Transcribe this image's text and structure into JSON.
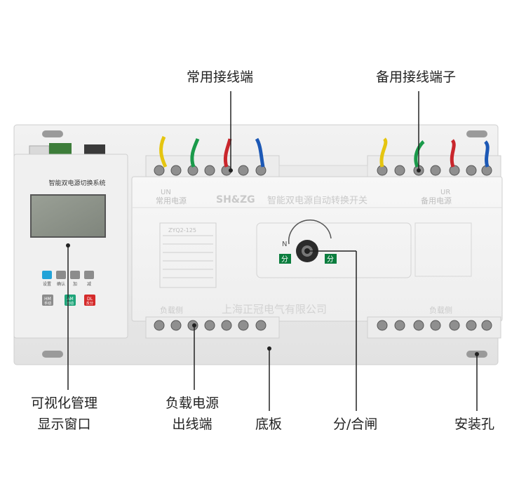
{
  "callouts": {
    "normal_terminal": "常用接线端",
    "backup_terminal": "备用接线端子",
    "display_window_1": "可视化管理",
    "display_window_2": "显示窗口",
    "load_output_1": "负载电源",
    "load_output_2": "出线端",
    "base_plate": "底板",
    "open_close": "分/合闸",
    "mount_hole": "安装孔"
  },
  "device": {
    "brand": "SH&ZG",
    "product_name": "智能双电源自动转换开关",
    "normal_code": "UN",
    "normal_label": "常用电源",
    "backup_code": "UR",
    "backup_label": "备用电源",
    "load_side_left": "负载侧",
    "load_side_right": "负载侧",
    "manufacturer": "上海正冠电气有限公司",
    "switch_left_code": "N",
    "switch_left_badge": "分",
    "switch_right_badge": "分",
    "model": "ZYQ2-125"
  },
  "controller": {
    "title": "智能双电源切换系统",
    "buttons": [
      {
        "label": "设置",
        "icon": "settings-icon",
        "color": "#22a3d8"
      },
      {
        "label": "确认",
        "icon": "arrow-right-icon",
        "color": "#8c8c8c"
      },
      {
        "label": "加",
        "icon": "arrow-up-icon",
        "color": "#8c8c8c"
      },
      {
        "label": "减",
        "icon": "arrow-down-icon",
        "color": "#8c8c8c"
      }
    ],
    "mode_buttons": [
      {
        "code": "HM",
        "label": "手动",
        "color": "#8c8c8c"
      },
      {
        "code": "AM",
        "label": "自动",
        "color": "#1fa57a"
      },
      {
        "code": "DL",
        "label": "反分",
        "color": "#d52b2b"
      }
    ]
  },
  "colors": {
    "wire_yellow": "#e5c510",
    "wire_green": "#1a9a4a",
    "wire_red": "#c9262c",
    "wire_blue": "#1c58b5",
    "badge_green": "#0b7d3e"
  }
}
